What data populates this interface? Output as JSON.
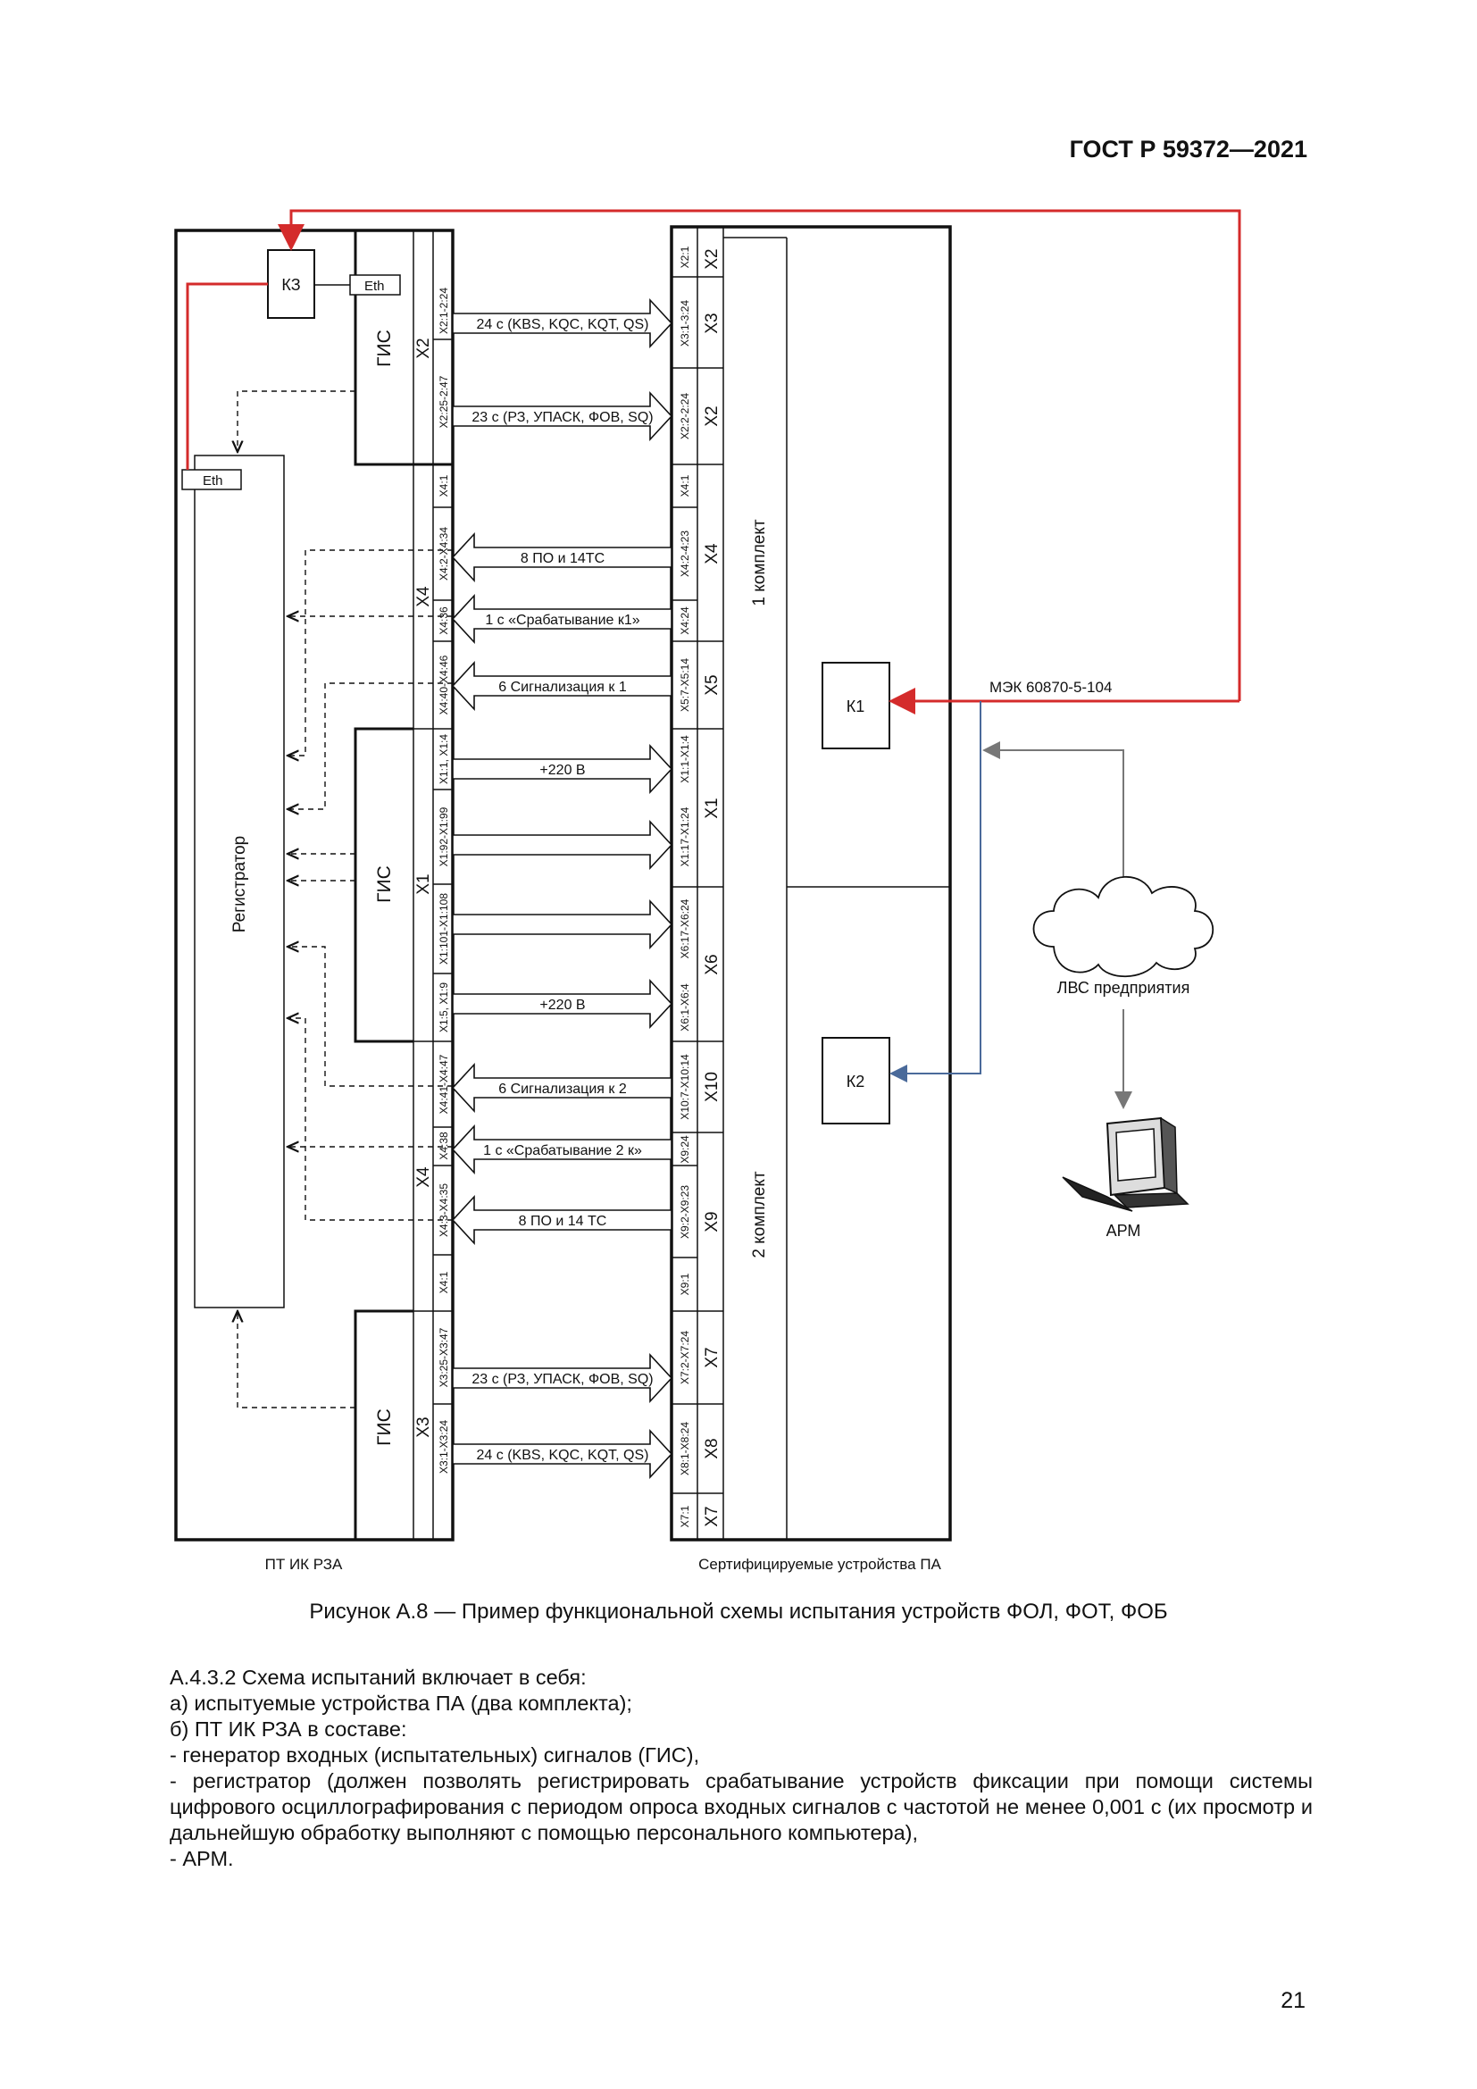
{
  "header": {
    "standard": "ГОСТ Р 59372—2021"
  },
  "diagram": {
    "kz": "КЗ",
    "eth": "Eth",
    "gis": "ГИС",
    "registrator": "Регистратор",
    "pt_ik_rza": "ПТ ИК РЗА",
    "certified": "Сертифицируемые устройства ПА",
    "komplekt1": "1 комплект",
    "komplekt2": "2 комплект",
    "k1": "К1",
    "k2": "К2",
    "mek": "МЭК 60870-5-104",
    "lvs": "ЛВС предприятия",
    "arm": "АРМ",
    "left_connectors": {
      "X2": "X2",
      "X4": "X4",
      "X1": "X1",
      "X3": "X3",
      "t_x2_1_24": "X2:1-2:24",
      "t_x2_25_47": "X2:25-2:47",
      "t_x4_1a": "X4:1",
      "t_x4_2_34": "X4:2-X4:34",
      "t_x4_36": "X4:36",
      "t_x4_40_46": "X4:40-X4:46",
      "t_x1_1_14": "X1:1, X1:4",
      "t_x1_92_99": "X1:92-X1:99",
      "t_x1_101_108": "X1:101-X1:108",
      "t_x1_5_9": "X1:5, X1:9",
      "t_x4_41_47": "X4:41-X4:47",
      "t_x4_38": "X4:38",
      "t_x4_3_35": "X4:3-X4:35",
      "t_x4_1b": "X4:1",
      "t_x3_25_47": "X3:25-X3:47",
      "t_x3_1_24": "X3:1-X3:24"
    },
    "right_connectors": {
      "X2a": "X2",
      "X3": "X3",
      "X2b": "X2",
      "X4": "X4",
      "X5": "X5",
      "X1": "X1",
      "X6": "X6",
      "X10": "X10",
      "X9": "X9",
      "X7a": "X7",
      "X8": "X8",
      "X7b": "X7",
      "t_x2_1": "X2:1",
      "t_x3_1_24": "X3:1-3:24",
      "t_x2_2_24": "X2:2-2:24",
      "t_x4_1": "X4:1",
      "t_x4_2_23": "X4:2-4:23",
      "t_x4_24": "X4:24",
      "t_x5_7_14": "X5:7-X5:14",
      "t_x1_1_4": "X1:1-X1:4",
      "t_x1_17_24": "X1:17-X1:24",
      "t_x6_17_24": "X6:17-X6:24",
      "t_x6_1_4": "X6:1-X6:4",
      "t_x10_7_14": "X10:7-X10:14",
      "t_x9_24": "X9:24",
      "t_x9_2_23": "X9:2-X9:23",
      "t_x9_1": "X9:1",
      "t_x7_2_24": "X7:2-X7:24",
      "t_x8_1_24": "X8:1-X8:24",
      "t_x7_1": "X7:1"
    },
    "signals": {
      "s1": "24 с (KBS, KQC, KQT, QS)",
      "s2": "23 с (РЗ, УПАСК, ФОВ, SQ)",
      "s3": "8 ПО и 14ТС",
      "s4": "1 с «Срабатывание к1»",
      "s5": "6 Сигнализация к 1",
      "s6": "+220 В",
      "s7": "+220 В",
      "s8": "6 Сигнализация к 2",
      "s9": "1 с «Срабатывание 2 к»",
      "s10": "8 ПО и 14 ТС",
      "s11": "23 с (РЗ, УПАСК, ФОВ, SQ)",
      "s12": "24 с (KBS, KQC, KQT, QS)"
    },
    "colors": {
      "red_link": "#d42b2b",
      "blue_link": "#4a6a9a",
      "gray_link": "#777777"
    }
  },
  "caption": "Рисунок А.8 — Пример функциональной схемы испытания устройств ФОЛ, ФОТ, ФОБ",
  "body": {
    "p1": "А.4.3.2 Схема испытаний включает в себя:",
    "p2": "а) испытуемые устройства ПА (два комплекта);",
    "p3": "б) ПТ ИК РЗА в составе:",
    "p4": "-  генератор входных (испытательных) сигналов (ГИС),",
    "p5": "-  регистратор (должен позволять регистрировать срабатывание устройств фиксации при помощи системы цифрового осциллографирования с периодом опроса входных сигналов с частотой не менее 0,001 с (их просмотр и дальнейшую обработку выполняют с помощью персонального компьютера),",
    "p6": "-  АРМ."
  },
  "page_number": "21"
}
